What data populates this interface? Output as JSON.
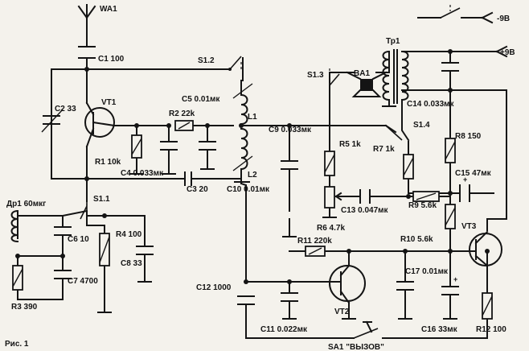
{
  "figure": {
    "caption": "Рис. 1"
  },
  "labels": {
    "wa1": "WA1",
    "c1": "C1 100",
    "s12": "S1.2",
    "c2": "C2 33",
    "vt1": "VT1",
    "c5": "C5 0.01мк",
    "r2": "R2 22k",
    "l1": "L1",
    "l2": "L2",
    "r1": "R1 10k",
    "c4": "C4 0.033мк",
    "c3": "C3 20",
    "c10": "C10 0.01мк",
    "c9": "C9 0.033мк",
    "s11": "S1.1",
    "dr1": "Др1 60мкг",
    "c6": "C6 10",
    "r4": "R4 100",
    "c8": "C8 33",
    "c7": "C7 4700",
    "r3": "R3 390",
    "s13": "S1.3",
    "ba1": "BA1",
    "tr1": "Тр1",
    "c14": "C14 0.033мк",
    "s14": "S1.4",
    "r5": "R5 1k",
    "r7": "R7 1k",
    "r8": "R8 150",
    "c15": "C15 47мк",
    "r6": "R6 4.7k",
    "c13": "C13 0.047мк",
    "r9": "R9 5.6k",
    "r11": "R11 220k",
    "r10": "R10 5.6k",
    "vt3": "VT3",
    "c12": "C12 1000",
    "c17": "C17 0.01мк",
    "vt2": "VT2",
    "c11": "C11 0.022мк",
    "c16": "C16 33мк",
    "r12": "R12 100",
    "sa1": "SA1 \"ВЫЗОВ\"",
    "minus9": "-9В",
    "plus9": "+9В",
    "plus": "+"
  }
}
